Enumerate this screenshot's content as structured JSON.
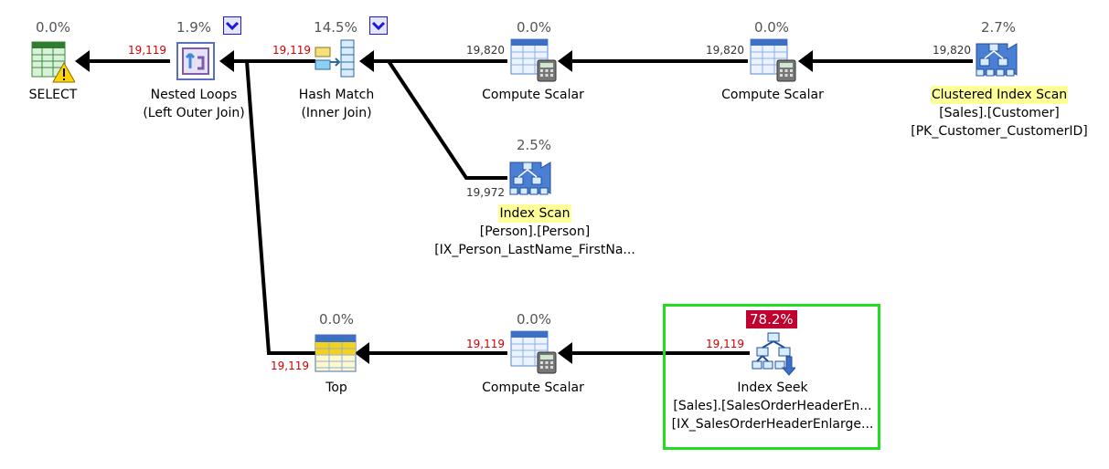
{
  "nodes": {
    "select": {
      "pct": "0.0%",
      "title": "SELECT"
    },
    "nested": {
      "pct": "1.9%",
      "title": "Nested Loops",
      "sub": "(Left Outer Join)"
    },
    "hash": {
      "pct": "14.5%",
      "title": "Hash Match",
      "sub": "(Inner Join)"
    },
    "cs1": {
      "pct": "0.0%",
      "title": "Compute Scalar"
    },
    "cs2": {
      "pct": "0.0%",
      "title": "Compute Scalar"
    },
    "cis": {
      "pct": "2.7%",
      "title": "Clustered Index Scan",
      "line2": "[Sales].[Customer]",
      "line3": "[PK_Customer_CustomerID]"
    },
    "iscan": {
      "pct": "2.5%",
      "title": "Index Scan",
      "line2": "[Person].[Person]",
      "line3": "[IX_Person_LastName_FirstNa..."
    },
    "top": {
      "pct": "0.0%",
      "title": "Top"
    },
    "cs3": {
      "pct": "0.0%",
      "title": "Compute Scalar"
    },
    "seek": {
      "pct": "78.2%",
      "title": "Index Seek",
      "line2": "[Sales].[SalesOrderHeaderEn...",
      "line3": "[IX_SalesOrderHeaderEnlarge..."
    }
  },
  "edges": {
    "nested_to_select": "19,119",
    "hash_to_nested": "19,119",
    "cs1_to_hash": "19,820",
    "cs2_to_cs1": "19,820",
    "cis_to_cs2": "19,820",
    "iscan_to_hash": "19,972",
    "top_to_nested": "19,119",
    "cs3_to_top": "19,119",
    "seek_to_cs3": "19,119"
  },
  "colors": {
    "warning_count": "#d40000",
    "normal_count": "#333333",
    "highlight_label": "#ffff99",
    "hot_cost": "#c0002e",
    "focus_box": "#22dd22",
    "expand_button": "#1a1ad8"
  },
  "icons": {
    "select": "select-warning-icon",
    "nested": "nested-loops-icon",
    "hash": "hash-match-icon",
    "compute_scalar": "compute-scalar-icon",
    "clustered_index_scan": "clustered-index-scan-icon",
    "index_scan": "index-scan-icon",
    "top": "top-icon",
    "index_seek": "index-seek-icon"
  }
}
